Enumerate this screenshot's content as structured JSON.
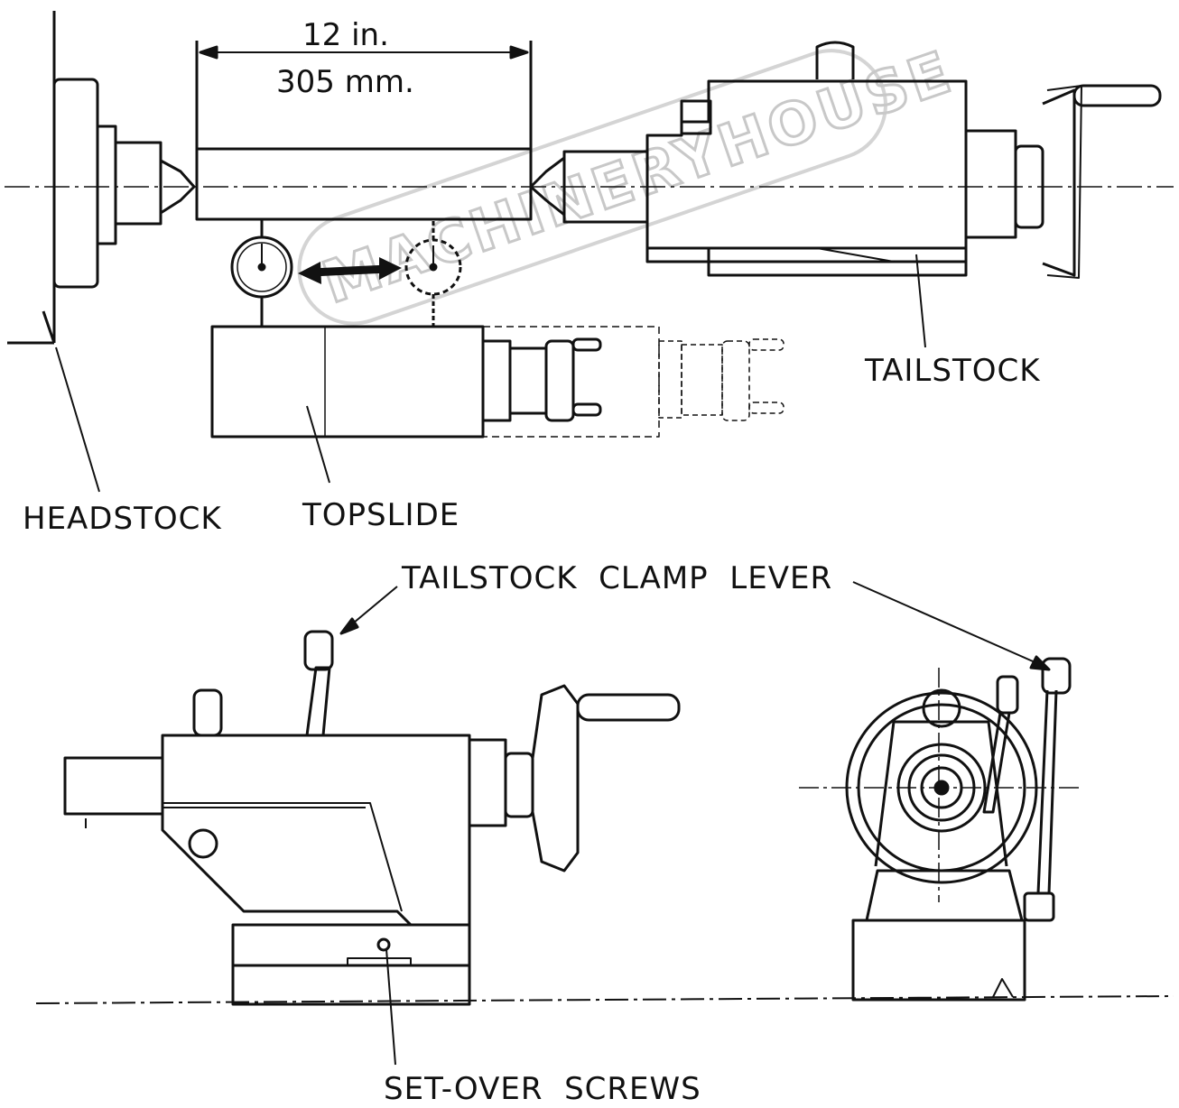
{
  "watermark": "MACHINERYHOUSE",
  "dimension": {
    "imperial": "12 in.",
    "metric": "305 mm."
  },
  "labels": {
    "headstock": "HEADSTOCK",
    "topslide": "TOPSLIDE",
    "tailstock": "TAILSTOCK",
    "tailstock_clamp_lever": "TAILSTOCK  CLAMP  LEVER",
    "set_over_screws": "SET-OVER  SCREWS"
  },
  "colors": {
    "ink": "#111111",
    "paper": "#ffffff",
    "watermark": "#c8c8c8"
  }
}
